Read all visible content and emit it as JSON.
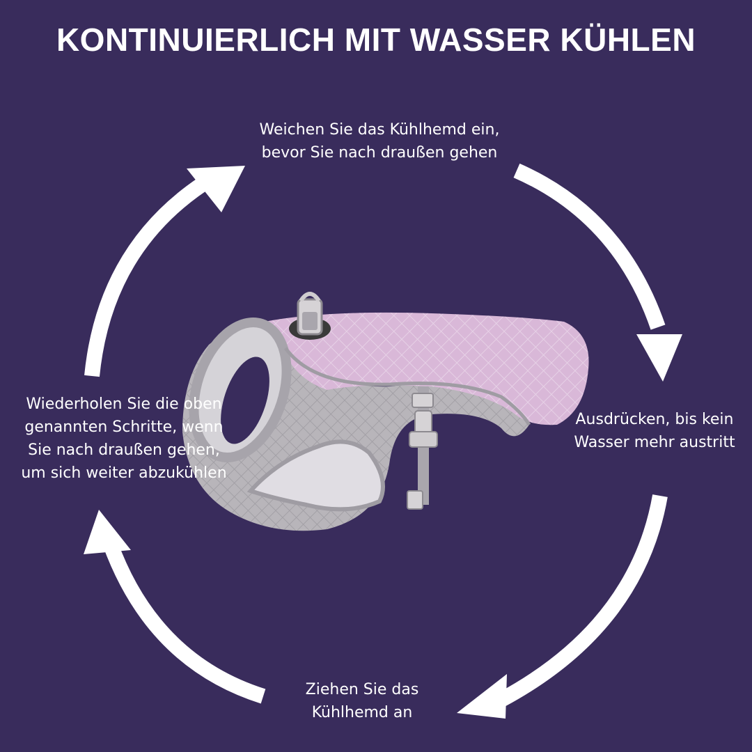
{
  "title": "KONTINUIERLICH MIT WASSER KÜHLEN",
  "steps": {
    "top": "Weichen Sie das Kühlhemd ein,\nbevor Sie nach draußen gehen",
    "right": "Ausdrücken, bis kein\nWasser mehr austritt",
    "bottom": "Ziehen Sie das\nKühlhemd an",
    "left": "Wiederholen Sie die oben\ngenannten Schritte, wenn\nSie nach draußen gehen,\num sich weiter abzukühlen"
  },
  "colors": {
    "background": "#392c5c",
    "arrow": "#ffffff",
    "vest_pink": "#d9b8d8",
    "vest_gray": "#b8b5ba",
    "vest_trim": "#9f9ca3",
    "buckle": "#d6d3d6"
  },
  "icons": {
    "cycle_arrows": "circular-arrows",
    "product": "dog-cooling-vest"
  }
}
